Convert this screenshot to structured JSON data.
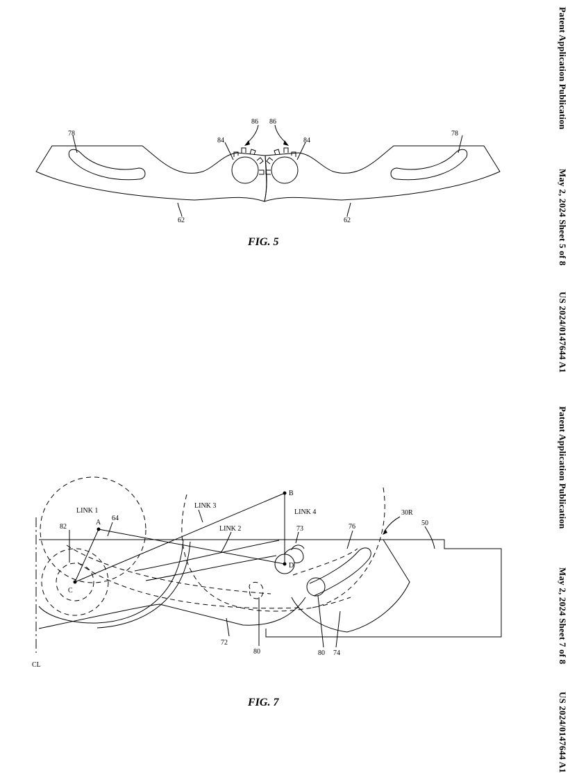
{
  "sheet_top": {
    "publication": "Patent Application Publication",
    "date_sheet": "May 2, 2024   Sheet 5 of 8",
    "number": "US 2024/0147644 A1"
  },
  "sheet_bottom": {
    "publication": "Patent Application Publication",
    "date_sheet": "May 2, 2024   Sheet 7 of 8",
    "number": "US 2024/0147644 A1"
  },
  "fig5": {
    "caption": "FIG. 5",
    "labels": {
      "l78a": "78",
      "l78b": "78",
      "l86a": "86",
      "l86b": "86",
      "l84a": "84",
      "l84b": "84",
      "l62a": "62",
      "l62b": "62"
    }
  },
  "fig7": {
    "caption": "FIG. 7",
    "labels": {
      "B": "B",
      "A": "A",
      "C": "C",
      "D": "D",
      "link1": "LINK 1",
      "link2": "LINK 2",
      "link3": "LINK 3",
      "link4": "LINK 4",
      "l64": "64",
      "l82": "82",
      "l73": "73",
      "l76": "76",
      "l30R": "30R",
      "l50": "50",
      "l72": "72",
      "l80a": "80",
      "l80b": "80",
      "l74": "74",
      "CL": "CL"
    }
  }
}
